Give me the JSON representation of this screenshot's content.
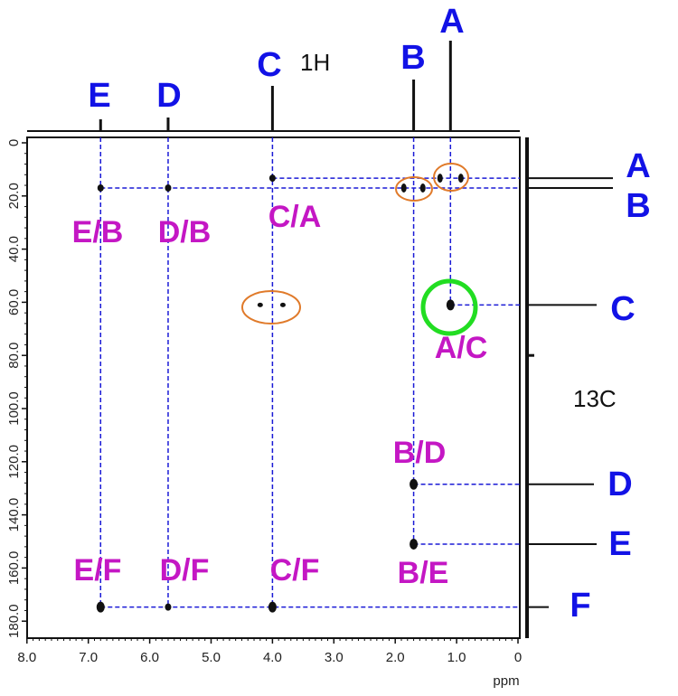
{
  "chart_data": {
    "type": "scatter",
    "xlabel": "ppm",
    "x_nucleus": "1H",
    "y_nucleus": "13C",
    "xlim": [
      8.0,
      0
    ],
    "ylim": [
      0,
      180
    ],
    "x_ticks": [
      "8.0",
      "7.0",
      "6.0",
      "5.0",
      "4.0",
      "3.0",
      "2.0",
      "1.0",
      "0"
    ],
    "y_ticks": [
      "0",
      "20.0",
      "40.0",
      "60.0",
      "80.0",
      "100.0",
      "120.0",
      "140.0",
      "160.0",
      "180.0"
    ],
    "proton_signals": [
      {
        "label": "A",
        "ppm": 1.1
      },
      {
        "label": "B",
        "ppm": 1.7
      },
      {
        "label": "C",
        "ppm": 4.0
      },
      {
        "label": "D",
        "ppm": 5.7
      },
      {
        "label": "E",
        "ppm": 6.8
      }
    ],
    "carbon_signals": [
      {
        "label": "A",
        "ppm": 13.3
      },
      {
        "label": "B",
        "ppm": 17.0
      },
      {
        "label": "C",
        "ppm": 61.0
      },
      {
        "label": "D",
        "ppm": 128.5
      },
      {
        "label": "E",
        "ppm": 151.0
      },
      {
        "label": "F",
        "ppm": 174.7
      }
    ],
    "cross_peaks": [
      {
        "label": "E/B",
        "h": 6.8,
        "c": 17.0
      },
      {
        "label": "D/B",
        "h": 5.7,
        "c": 17.0
      },
      {
        "label": "C/A",
        "h": 4.0,
        "c": 13.3
      },
      {
        "label": "A/C",
        "h": 1.1,
        "c": 61.0
      },
      {
        "label": "B/D",
        "h": 1.7,
        "c": 128.5
      },
      {
        "label": "B/E",
        "h": 1.7,
        "c": 151.0
      },
      {
        "label": "E/F",
        "h": 6.8,
        "c": 174.7
      },
      {
        "label": "D/F",
        "h": 5.7,
        "c": 174.7
      },
      {
        "label": "C/F",
        "h": 4.0,
        "c": 174.7
      }
    ],
    "doublet_peaks": [
      {
        "h": 1.27,
        "c": 13.3
      },
      {
        "h": 0.93,
        "c": 13.3
      },
      {
        "h": 1.86,
        "c": 17.0
      },
      {
        "h": 1.55,
        "c": 17.0
      },
      {
        "h": 4.2,
        "c": 61.0
      },
      {
        "h": 3.83,
        "c": 61.0
      }
    ],
    "colors": {
      "signal_labels": "#1212e6",
      "cross_labels": "#c417c4",
      "guides": "#1a1ad6",
      "highlight_orange": "#e07a2a",
      "highlight_green": "#22dd22"
    }
  }
}
